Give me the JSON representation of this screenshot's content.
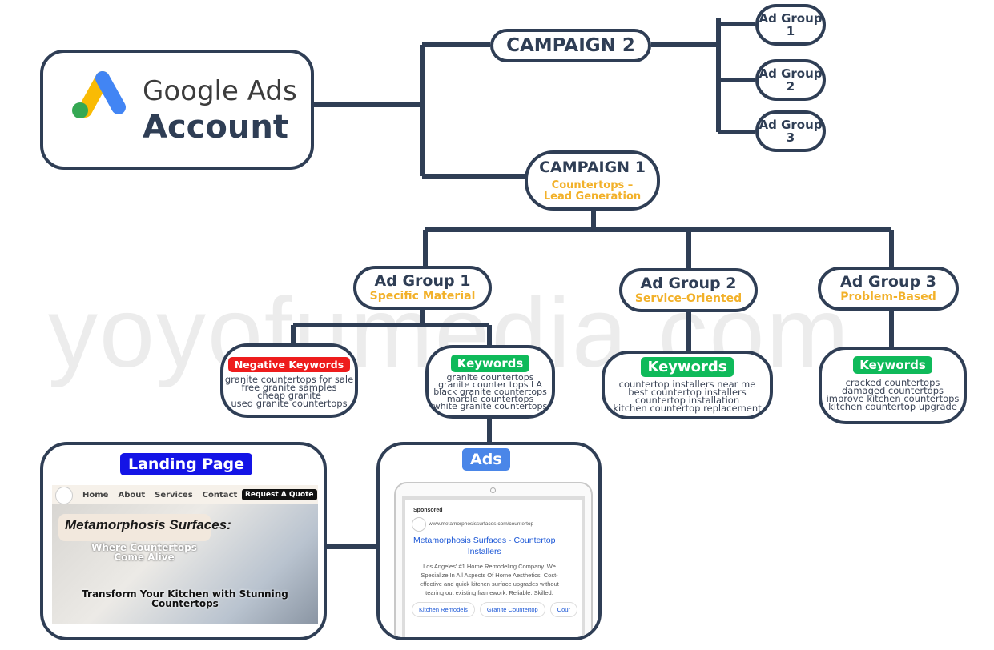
{
  "watermark": "yoyofumedia.com",
  "account": {
    "brand": "Google Ads",
    "label": "Account"
  },
  "campaign2": {
    "title": "CAMPAIGN 2",
    "ad_groups": [
      "Ad Group 1",
      "Ad Group 2",
      "Ad Group 3"
    ]
  },
  "campaign1": {
    "title": "CAMPAIGN 1",
    "subtitle_line1": "Countertops –",
    "subtitle_line2": "Lead Generation"
  },
  "ad_groups": [
    {
      "title": "Ad Group 1",
      "subtitle": "Specific Material"
    },
    {
      "title": "Ad Group 2",
      "subtitle": "Service-Oriented"
    },
    {
      "title": "Ad Group 3",
      "subtitle": "Problem-Based"
    }
  ],
  "negative_keywords": {
    "label": "Negative Keywords",
    "items": [
      "granite countertops for sale",
      "free granite samples",
      "cheap granite",
      "used granite countertops"
    ]
  },
  "keywords": [
    {
      "label": "Keywords",
      "items": [
        "granite countertops",
        "granite counter tops LA",
        "black granite countertops",
        "marble countertops",
        "white granite countertops"
      ]
    },
    {
      "label": "Keywords",
      "items": [
        "countertop installers near me",
        "best countertop installers",
        "countertop installation",
        "kitchen countertop replacement"
      ]
    },
    {
      "label": "Keywords",
      "items": [
        "cracked countertops",
        "damaged countertops",
        "improve kitchen countertops",
        "kitchen countertop upgrade"
      ]
    }
  ],
  "landing": {
    "label": "Landing Page",
    "nav": [
      "Home",
      "About",
      "Services",
      "Contact"
    ],
    "cta": "Request A Quote",
    "headline": "Metamorphosis Surfaces:",
    "tagline1": "Where Countertops",
    "tagline2": "Come Alive",
    "bottom1": "Transform Your Kitchen with Stunning",
    "bottom2": "Countertops"
  },
  "ads": {
    "label": "Ads",
    "sponsored": "Sponsored",
    "url": "www.metamorphosissurfaces.com/countertop",
    "headline1": "Metamorphosis Surfaces - Countertop",
    "headline2": "Installers",
    "description": "Los Angeles' #1 Home Remodeling Company. We Specialize In All Aspects Of Home Aesthetics. Cost-effective and quick kitchen surface upgrades without tearing out existing framework. Reliable. Skilled.",
    "chips": [
      "Kitchen Remodels",
      "Granite Countertop",
      "Cour"
    ]
  },
  "colors": {
    "line": "#2f3e55",
    "accent": "#f2b12a",
    "negative": "#ee1c1c",
    "keywords": "#0fba5a",
    "landing": "#1414e6",
    "ads": "#4a86e8",
    "link": "#1a56d6"
  }
}
